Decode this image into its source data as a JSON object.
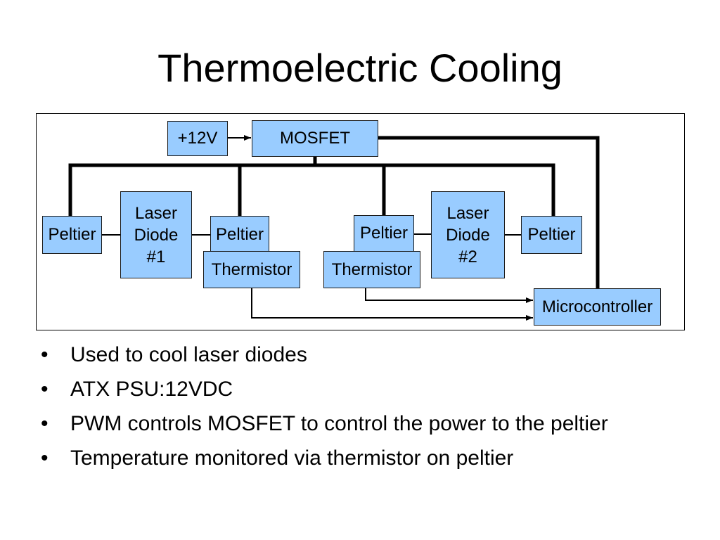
{
  "slide": {
    "title": "Thermoelectric Cooling",
    "diagram": {
      "supply": "+12V",
      "mosfet": "MOSFET",
      "peltier_1": "Peltier",
      "laser_diode_1": [
        "Laser",
        "Diode",
        "#1"
      ],
      "peltier_2": "Peltier",
      "thermistor_1": "Thermistor",
      "peltier_3": "Peltier",
      "thermistor_2": "Thermistor",
      "laser_diode_2": [
        "Laser",
        "Diode",
        "#2"
      ],
      "peltier_4": "Peltier",
      "microcontroller": "Microcontroller"
    },
    "bullets": [
      "Used to cool laser diodes",
      "ATX PSU:12VDC",
      "PWM controls MOSFET to control the power to the peltier",
      "Temperature monitored via thermistor on peltier"
    ]
  },
  "colors": {
    "background": "#ffffff",
    "text": "#000000",
    "box_fill": "#99ccff",
    "box_border": "#1a1a1a",
    "connector": "#000000"
  }
}
